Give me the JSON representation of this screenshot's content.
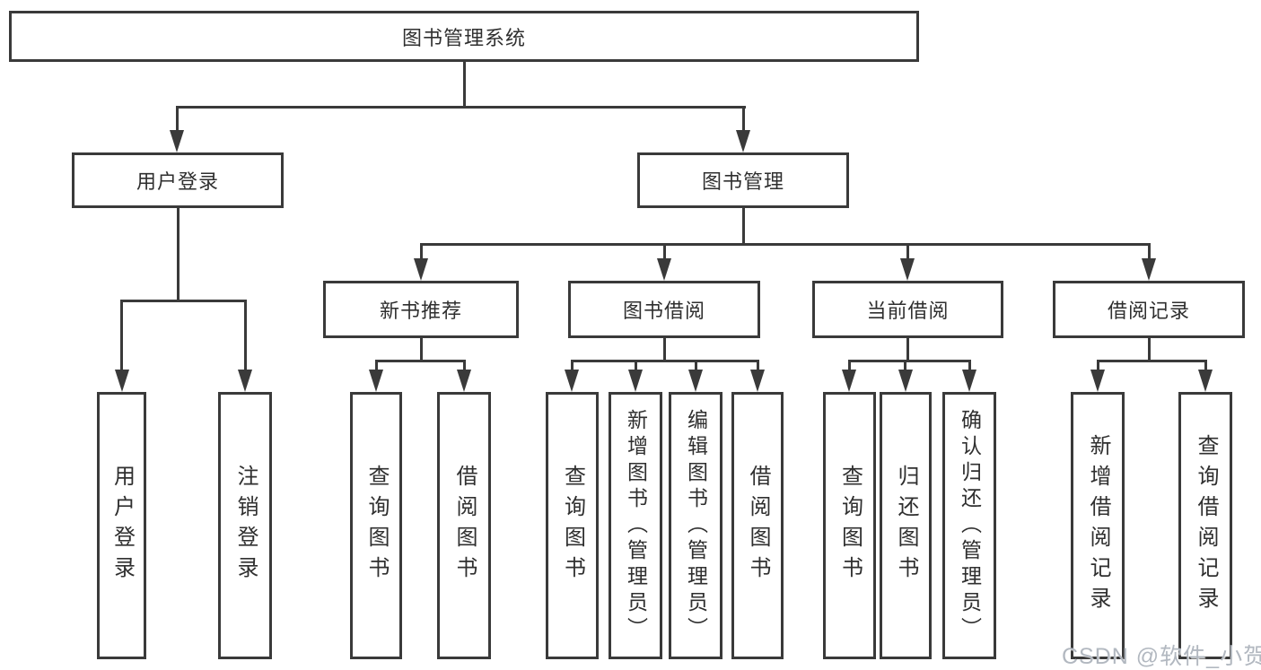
{
  "root": {
    "label": "图书管理系统"
  },
  "branches": {
    "user_login": {
      "label": "用户登录",
      "children": [
        "用户登录",
        "注销登录"
      ]
    },
    "book_mgmt": {
      "label": "图书管理"
    }
  },
  "modules": {
    "new_book": {
      "label": "新书推荐",
      "children": [
        "查询图书",
        "借阅图书"
      ]
    },
    "borrow": {
      "label": "图书借阅",
      "children": [
        "查询图书",
        "新增图书（管理员）",
        "编辑图书（管理员）",
        "借阅图书"
      ]
    },
    "current": {
      "label": "当前借阅",
      "children": [
        "查询图书",
        "归还图书",
        "确认归还（管理员）"
      ]
    },
    "records": {
      "label": "借阅记录",
      "children": [
        "新增借阅记录",
        "查询借阅记录"
      ]
    }
  },
  "watermark": "CSDN @软件_小贺同学",
  "colors": {
    "line": "#3a3a3a",
    "text": "#2f2f2f",
    "background": "#ffffff",
    "watermark": "#b2b8c0"
  }
}
